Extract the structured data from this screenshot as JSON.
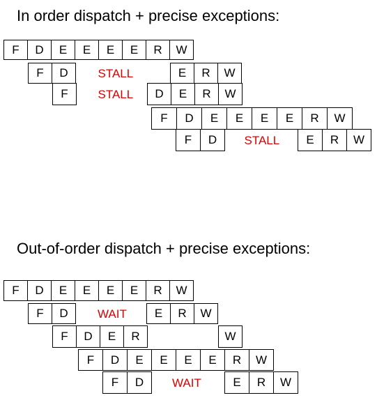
{
  "sections": [
    {
      "title": "In order dispatch + precise exceptions:",
      "rows": [
        [
          "F",
          "D",
          "E",
          "E",
          "E",
          "E",
          "R",
          "W"
        ],
        [
          "F",
          "D",
          "E",
          "R",
          "W"
        ],
        [
          "F",
          "D",
          "E",
          "R",
          "W"
        ],
        [
          "F",
          "D",
          "E",
          "E",
          "E",
          "E",
          "R",
          "W"
        ],
        [
          "F",
          "D",
          "E",
          "R",
          "W"
        ]
      ],
      "labels": [
        "STALL",
        "STALL",
        "STALL"
      ]
    },
    {
      "title": "Out-of-order dispatch + precise exceptions:",
      "rows": [
        [
          "F",
          "D",
          "E",
          "E",
          "E",
          "E",
          "R",
          "W"
        ],
        [
          "F",
          "D",
          "E",
          "R",
          "W"
        ],
        [
          "F",
          "D",
          "E",
          "R",
          "W"
        ],
        [
          "F",
          "D",
          "E",
          "E",
          "E",
          "E",
          "R",
          "W"
        ],
        [
          "F",
          "D",
          "E",
          "R",
          "W"
        ]
      ],
      "labels": [
        "WAIT",
        "WAIT"
      ]
    }
  ],
  "colors": {
    "text": "#000000",
    "label": "#dd0000",
    "border": "#000000"
  }
}
